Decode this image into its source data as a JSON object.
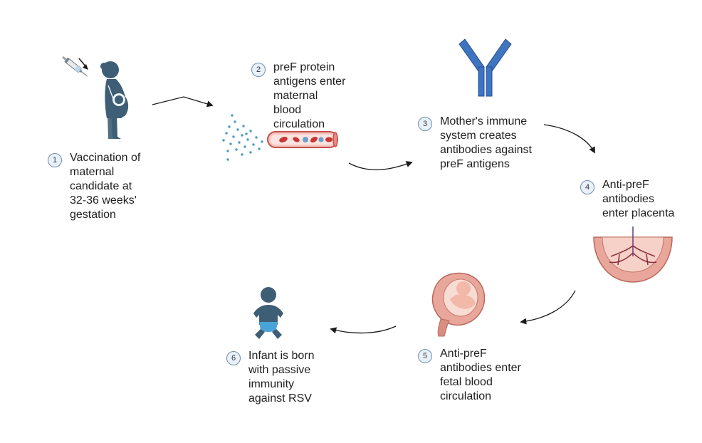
{
  "steps": [
    {
      "number": "1",
      "text": "Vaccination of\nmaternal\ncandidate at\n32-36 weeks'\ngestation"
    },
    {
      "number": "2",
      "text": "preF protein\nantigens enter\nmaternal\nblood\ncirculation"
    },
    {
      "number": "3",
      "text": "Mother's immune\nsystem creates\nantibodies against\npreF antigens"
    },
    {
      "number": "4",
      "text": "Anti-preF\nantibodies\nenter placenta"
    },
    {
      "number": "5",
      "text": "Anti-preF\nantibodies enter\nfetal blood\ncirculation"
    },
    {
      "number": "6",
      "text": "Infant is born\nwith passive\nimmunity\nagainst RSV"
    }
  ],
  "icons": {
    "syringe": "syringe-icon",
    "pregnant_woman": "pregnant-woman-icon",
    "antigen_particles": "antigen-particles-icon",
    "blood_vessel": "blood-vessel-icon",
    "antibody": "antibody-icon",
    "placenta": "placenta-icon",
    "uterus_fetus": "uterus-fetus-icon",
    "infant": "infant-icon"
  },
  "colors": {
    "figure": "#3e5e75",
    "antibody": "#3f74c0",
    "vessel": "#e3726f",
    "particles": "#4a9cc6",
    "tissue": "#e9a79b",
    "diaper": "#4aa3d8"
  }
}
